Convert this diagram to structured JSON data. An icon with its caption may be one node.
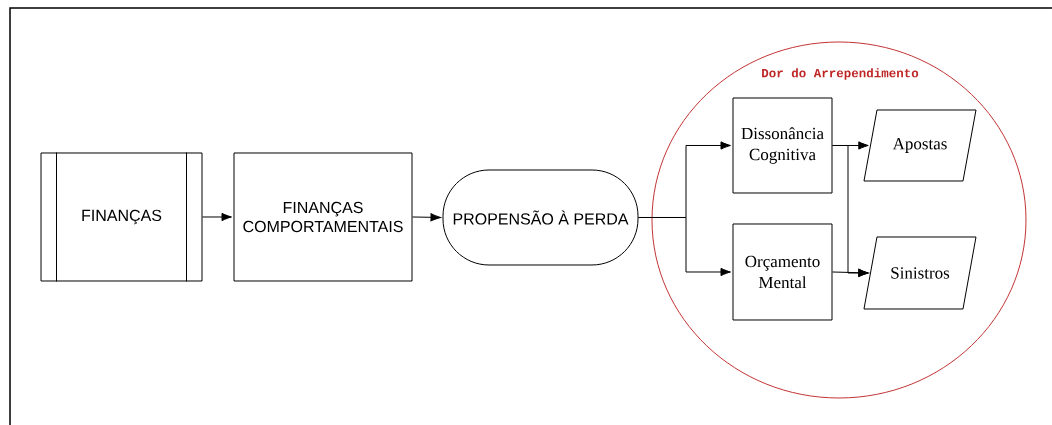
{
  "diagram": {
    "nodes": [
      {
        "text": [
          "FINANÇAS"
        ]
      },
      {
        "text": [
          "FINANÇAS COMPORTAMENTAIS"
        ]
      },
      {
        "text": [
          "PROPENSÃO À PERDA"
        ]
      },
      {
        "text": [
          "Dor do Arrependimento"
        ]
      },
      {
        "text": [
          "Dissonância Cognitiva"
        ],
        "in": 3
      },
      {
        "text": [
          "Orçamento Mental"
        ],
        "in": 3
      },
      {
        "text": [
          "Apostas"
        ],
        "in": 3
      },
      {
        "text": [
          "Sinistros"
        ],
        "in": 3
      }
    ],
    "edges": [
      {
        "from": 0,
        "to": 1,
        "arrow": "to"
      },
      {
        "from": 1,
        "to": 2,
        "arrow": "to"
      },
      {
        "from": 2,
        "to": 4,
        "arrow": "to"
      },
      {
        "from": 2,
        "to": 5,
        "arrow": "to"
      },
      {
        "from": 4,
        "to": 6,
        "arrow": "to"
      },
      {
        "from": 4,
        "to": 7,
        "arrow": "to"
      },
      {
        "from": 5,
        "to": 7,
        "arrow": "to"
      }
    ]
  }
}
